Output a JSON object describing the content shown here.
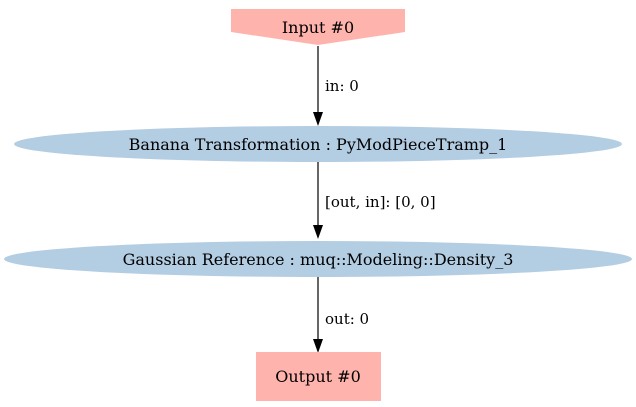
{
  "nodes": {
    "input": {
      "label": "Input #0",
      "color": "#ffb3ad"
    },
    "banana": {
      "label": "Banana Transformation : PyModPieceTramp_1",
      "color": "#b3cde3"
    },
    "gaussian": {
      "label": "Gaussian Reference : muq::Modeling::Density_3",
      "color": "#b3cde3"
    },
    "output": {
      "label": "Output #0",
      "color": "#ffb3ad"
    }
  },
  "edges": {
    "input_to_banana": {
      "label": "in: 0"
    },
    "banana_to_gaussian": {
      "label": "[out, in]: [0, 0]"
    },
    "gaussian_to_output": {
      "label": "out: 0"
    }
  },
  "colors": {
    "edge": "#000000",
    "background": "#ffffff"
  }
}
